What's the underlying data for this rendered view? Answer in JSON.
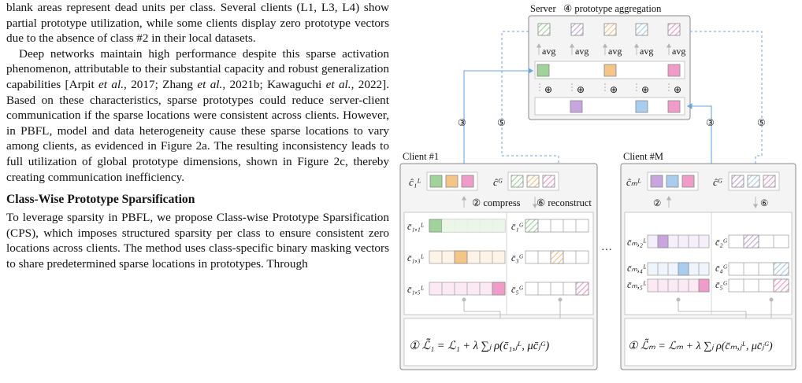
{
  "text": {
    "para1": "blank areas represent dead units per class. Several clients (L1, L3, L4) show partial prototype utilization, while some clients display zero prototype vectors due to the absence of class #2 in their local datasets.",
    "para2_a": "Deep networks maintain high performance despite this sparse activation phenomenon, attributable to their substantial capacity and robust generalization capabilities [Arpit ",
    "etal": "et al.",
    "para2_b": ", 2017; Zhang ",
    "para2_c": ", 2021b; Kawaguchi ",
    "para2_d": ", 2022]. Based on these characteristics, sparse prototypes could reduce server-client communication if the sparse locations were consistent across clients. However, in PBFL, model and data heterogeneity cause these sparse locations to vary among clients, as evidenced in Figure 2a. The resulting inconsistency leads to full utilization of global prototype dimensions, shown in Figure 2c, thereby creating communication inefficiency.",
    "heading": "Class-Wise Prototype Sparsification",
    "para3": "To leverage sparsity in PBFL, we propose Class-wise Prototype Sparsification (CPS), which imposes structured sparsity per class to ensure consistent zero locations across clients. The method uses class-specific binary masking vectors to share predetermined sparse locations in prototypes. Through"
  },
  "figure": {
    "server_label": "Server",
    "aggregation_label": "④ prototype aggregation",
    "avg_label": "avg",
    "oplus": "⊕",
    "step3": "③",
    "step5": "⑤",
    "client1_label": "Client #1",
    "clientM_label": "Client #M",
    "compress_label": "② compress",
    "reconstruct_label": "⑥ reconstruct",
    "step2": "②",
    "step6": "⑥",
    "ellipsis": "···",
    "c1_local": "ĉ₁ᴸ",
    "c_global": "ĉᴳ",
    "cM_local": "ĉₘᴸ",
    "client1_rows": [
      "c̄₁,₁ᴸ",
      "c̄₁,₃ᴸ",
      "c̄₁,₅ᴸ"
    ],
    "client1_global_rows": [
      "c̄₁ᴳ",
      "c̄₃ᴳ",
      "c̄₅ᴳ"
    ],
    "clientM_rows": [
      "c̄ₘ,₂ᴸ",
      "c̄ₘ,₄ᴸ",
      "c̄ₘ,₅ᴸ"
    ],
    "clientM_global_rows": [
      "c̄₂ᴳ",
      "c̄₄ᴳ",
      "c̄₅ᴳ"
    ],
    "loss1": "① ℒ̃₁ = ℒ₁ + λ ∑ⱼ ρ(c̄₁,ⱼᴸ, μc̄ⱼᴳ)",
    "lossM": "① ℒ̃ₘ = ℒₘ + λ ∑ⱼ ρ(c̄ₘ,ⱼᴸ, μc̄ⱼᴳ)",
    "colors": {
      "green": "#9fd39a",
      "purple": "#c7a6e0",
      "orange": "#f5c487",
      "blue": "#a9cdee",
      "pink": "#ef9cc8",
      "box_stroke": "#888888",
      "arrow_blue": "#6aa6e0",
      "panel_bg": "#f4f4f4"
    }
  }
}
